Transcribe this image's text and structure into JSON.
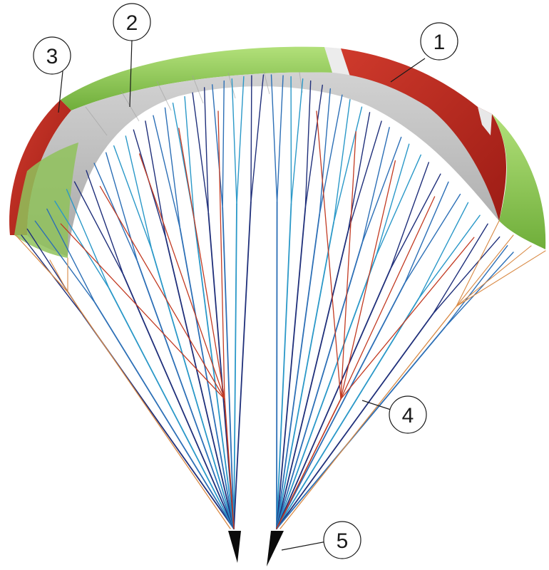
{
  "figure": {
    "colors": {
      "canopy_green": "#8cc850",
      "canopy_red": "#b8231c",
      "underside_gray": "#b9b9b9",
      "white_stripe": "#e9e9e9",
      "line_dark_blue": "#1f2f7a",
      "line_mid_blue": "#2c6fb6",
      "line_light_blue": "#2a98c8",
      "line_red": "#c23a22",
      "line_orange": "#d98a45",
      "riser_black": "#0b0b0b"
    },
    "callouts": [
      {
        "id": "1",
        "label": "1"
      },
      {
        "id": "2",
        "label": "2"
      },
      {
        "id": "3",
        "label": "3"
      },
      {
        "id": "4",
        "label": "4"
      },
      {
        "id": "5",
        "label": "5"
      }
    ]
  }
}
